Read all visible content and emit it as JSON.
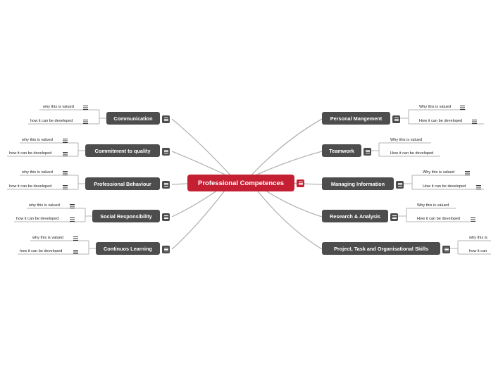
{
  "central": "Professional Competences",
  "left": [
    {
      "label": "Communication",
      "subs": [
        {
          "text": "why this is valued",
          "menu": true
        },
        {
          "text": "how it can be developed",
          "menu": true
        }
      ]
    },
    {
      "label": "Commitment to quality",
      "subs": [
        {
          "text": "why this is valued",
          "menu": true
        },
        {
          "text": "how it can be developed",
          "menu": true
        }
      ]
    },
    {
      "label": "Professional Behaviour",
      "subs": [
        {
          "text": "why this is valued",
          "menu": true
        },
        {
          "text": "how it can be developed",
          "menu": true
        }
      ]
    },
    {
      "label": "Social Responsibility",
      "subs": [
        {
          "text": "why this is valued",
          "menu": true
        },
        {
          "text": "how it can be developed",
          "menu": true
        }
      ]
    },
    {
      "label": "Continuos Learning",
      "subs": [
        {
          "text": "why this is valued",
          "menu": true
        },
        {
          "text": "how it can be developed",
          "menu": true
        }
      ]
    }
  ],
  "right": [
    {
      "label": "Personal Mangement",
      "subs": [
        {
          "text": "Why this is valued",
          "menu": true
        },
        {
          "text": "How it can be developed",
          "menu": true
        }
      ]
    },
    {
      "label": "Teamwork",
      "subs": [
        {
          "text": "Why this is valued",
          "menu": false
        },
        {
          "text": "How it can be developed",
          "menu": false
        }
      ]
    },
    {
      "label": "Managing Information",
      "subs": [
        {
          "text": "Why  this is valued",
          "menu": true
        },
        {
          "text": "How it can be developed",
          "menu": true
        }
      ]
    },
    {
      "label": "Research & Analysis",
      "subs": [
        {
          "text": "Why this is valued",
          "menu": false
        },
        {
          "text": "How it can be developed",
          "menu": true
        }
      ]
    },
    {
      "label": "Project, Task and Organisational Skills",
      "subs": [
        {
          "text": "why this is",
          "menu": false
        },
        {
          "text": "how it can",
          "menu": false
        }
      ]
    }
  ],
  "colors": {
    "central": "#c51f33",
    "topic": "#4d4d4d",
    "connector": "#b3b3b3"
  },
  "icons": {
    "topic_note": "note-icon",
    "sub_note": "menu-lines-icon"
  }
}
